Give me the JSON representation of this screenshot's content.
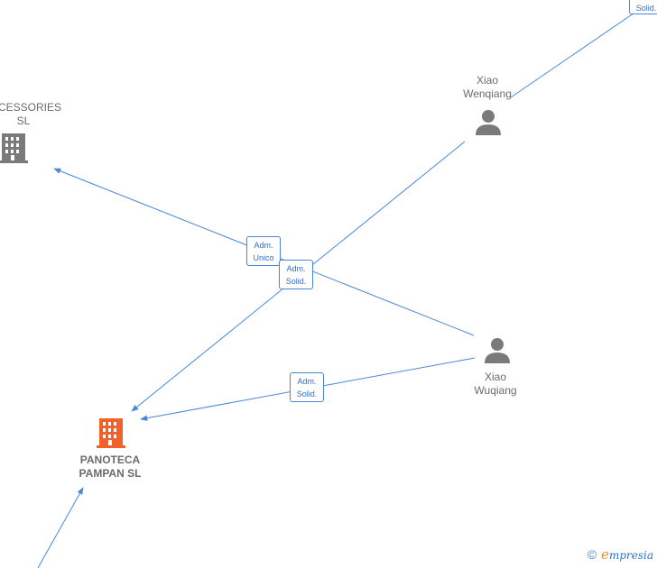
{
  "nodes": {
    "accessories_company": {
      "line1": "CESSORIES",
      "line2": "SL"
    },
    "panoteca": {
      "line1": "PANOTECA",
      "line2": "PAMPAN  SL"
    },
    "xiao_wenqiang": {
      "line1": "Xiao",
      "line2": "Wenqiang"
    },
    "xiao_wuqiang": {
      "line1": "Xiao",
      "line2": "Wuqiang"
    }
  },
  "edges": {
    "top_right": {
      "line1": "Solid."
    },
    "adm_unico": {
      "line1": "Adm.",
      "line2": "Unico"
    },
    "adm_solid_center": {
      "line1": "Adm.",
      "line2": "Solid."
    },
    "adm_solid_lower": {
      "line1": "Adm.",
      "line2": "Solid."
    }
  },
  "watermark": {
    "symbol": "©",
    "brand_initial": "e",
    "brand_rest": "mpresia"
  },
  "colors": {
    "edge": "#4a86d6",
    "company_gray": "#7a7a7a",
    "company_focus": "#f0622a",
    "person": "#7a7a7a"
  }
}
